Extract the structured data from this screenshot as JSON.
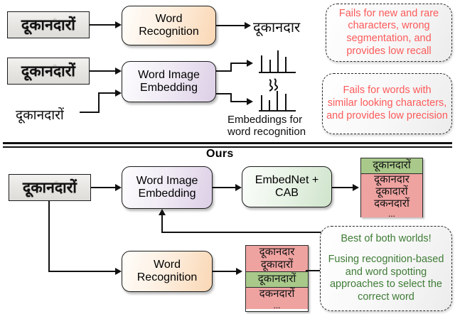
{
  "figure": {
    "type": "flow-diagram",
    "section_label": "Ours",
    "word_image_text": "दूकानदारों"
  },
  "top_pipeline": {
    "word_image_1": "दूकानदारों",
    "word_image_2": "दूकानदारों",
    "query_text": "दूकानदारों",
    "recognition_box": {
      "line1": "Word",
      "line2": "Recognition"
    },
    "embedding_box": {
      "line1": "Word Image",
      "line2": "Embedding"
    },
    "recognition_output": "दूकानदार",
    "embedding_caption": {
      "line1": "Embeddings for",
      "line2": "word recognition"
    },
    "similarity_symbol": "≈"
  },
  "callouts": {
    "recognition_failure": {
      "color": "#fc5a5a",
      "lines": [
        "Fails for new and rare",
        "characters, wrong",
        "segmentation, and",
        "provides low recall"
      ]
    },
    "embedding_failure": {
      "color": "#fc5a5a",
      "lines": [
        "Fails for words with",
        "similar looking characters,",
        "and provides low precision"
      ]
    },
    "ours_benefit": {
      "color": "#3f7c36",
      "heading": "Best of both worlds!",
      "lines": [
        "Fusing recognition-based",
        "and word spotting",
        "approaches to select the",
        "correct word"
      ]
    }
  },
  "bottom_pipeline": {
    "word_image": "दूकानदारों",
    "embedding_box": {
      "line1": "Word Image",
      "line2": "Embedding"
    },
    "recognition_box": {
      "line1": "Word",
      "line2": "Recognition"
    },
    "embednet_box": {
      "line1": "EmbedNet +",
      "line2": "CAB"
    },
    "final_ranked_list": [
      {
        "text": "दूकानदारों",
        "state": "correct"
      },
      {
        "text": "दूकानदार",
        "state": "incorrect"
      },
      {
        "text": "दूकादारों",
        "state": "incorrect"
      },
      {
        "text": "दकनदारों",
        "state": "incorrect"
      },
      {
        "text": "...",
        "state": "incorrect"
      }
    ],
    "recognition_ranked_list": [
      {
        "text": "दूकानदार",
        "state": "incorrect"
      },
      {
        "text": "दूकादारों",
        "state": "incorrect"
      },
      {
        "text": "दूकानदारों",
        "state": "correct"
      },
      {
        "text": "दकनदारों",
        "state": "incorrect"
      },
      {
        "text": "...",
        "state": "incorrect"
      }
    ]
  },
  "colors": {
    "recognition_box": "#fad7b4",
    "embedding_box": "#dccfe6",
    "embednet_box": "#cfe4cb",
    "correct_row": "#a8c98a",
    "incorrect_row": "#efa3a1",
    "failure_text": "#fc5a5a",
    "benefit_text": "#3f7c36",
    "line": "#111111"
  }
}
